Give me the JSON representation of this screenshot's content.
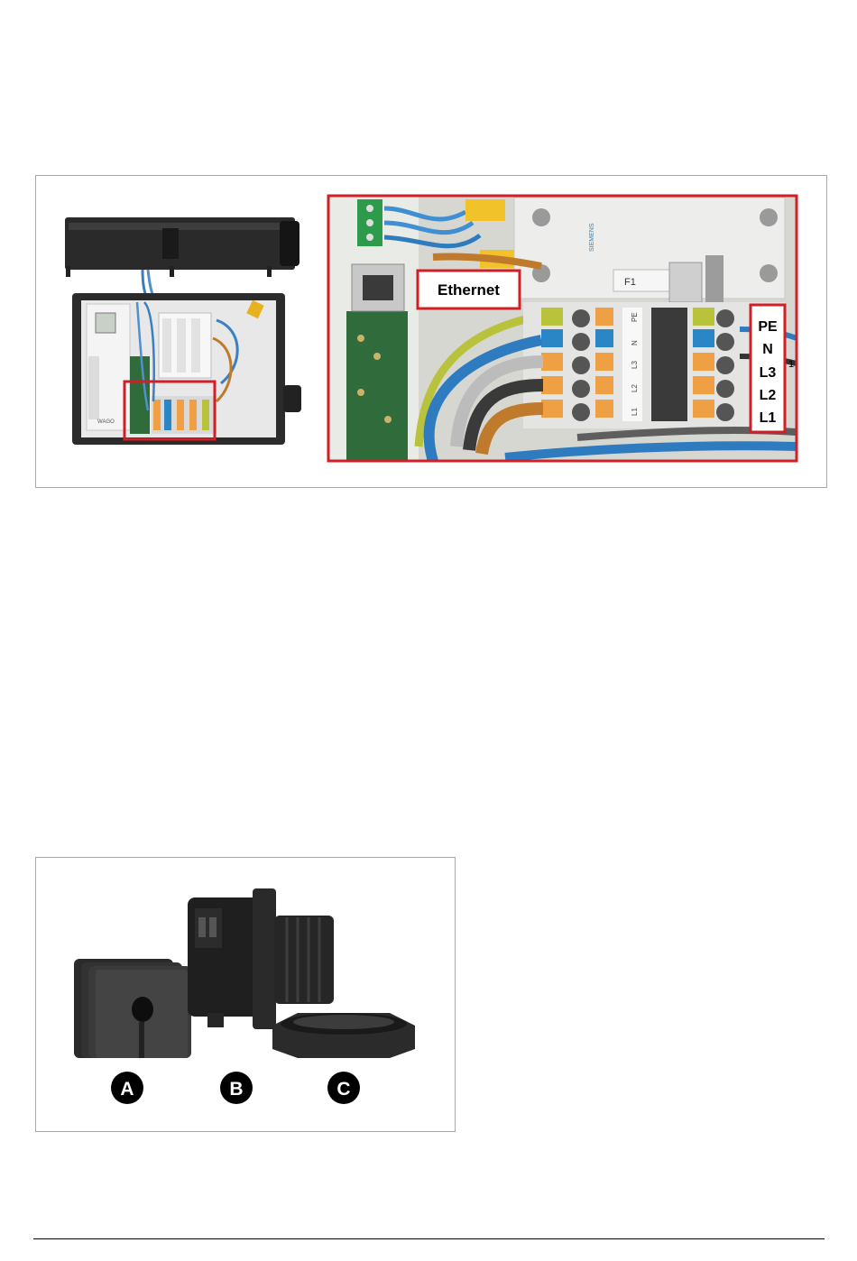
{
  "figure1": {
    "callout_ethernet": "Ethernet",
    "terminal_labels": [
      "PE",
      "N",
      "L3",
      "L2",
      "L1"
    ],
    "breaker_label": "F1",
    "breaker_brand": "SIEMENS",
    "block_labels": [
      "PE",
      "N",
      "L3",
      "L2",
      "L1"
    ],
    "edge_mark": "1",
    "controller_brand": "WAGO"
  },
  "figure2": {
    "markers": [
      "A",
      "B",
      "C"
    ]
  },
  "colors": {
    "callout_red": "#d01f26",
    "terminal_orange": "#f0a044",
    "terminal_blue": "#2a86c4",
    "pe_yellow_green": "#b8c23a",
    "pcb_green": "#2f6b3b"
  }
}
